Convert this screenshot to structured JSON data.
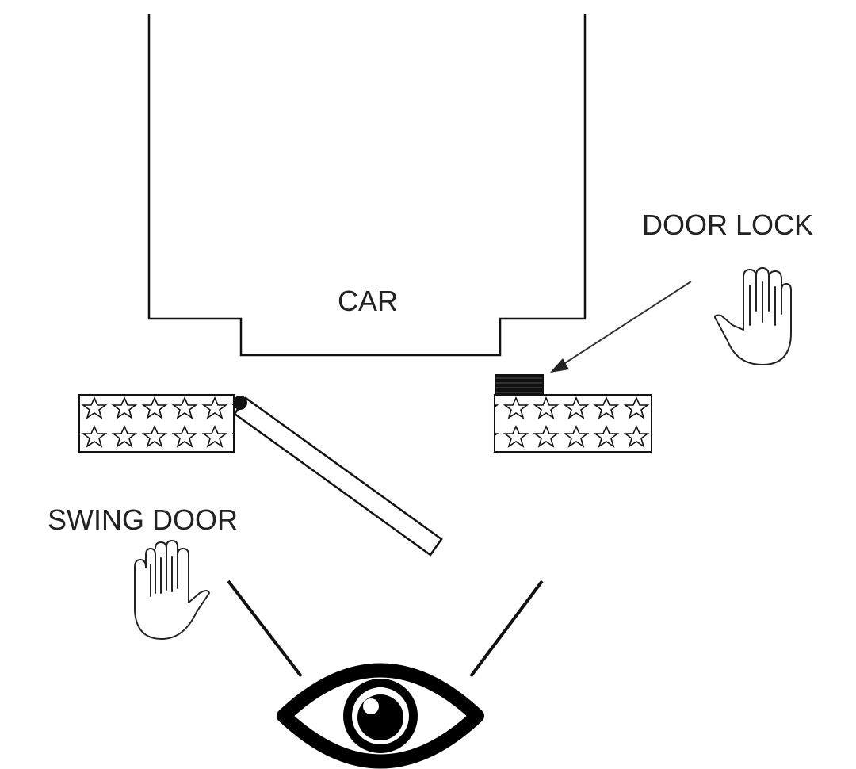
{
  "labels": {
    "car": "CAR",
    "door_lock": "DOOR LOCK",
    "swing_door": "SWING DOOR"
  },
  "colors": {
    "stroke": "#111111",
    "text": "#222222",
    "background": "#ffffff"
  },
  "icons": {
    "left_hand": "hand-icon",
    "right_hand": "hand-icon",
    "eye": "eye-icon",
    "hinge": "hinge-icon"
  }
}
